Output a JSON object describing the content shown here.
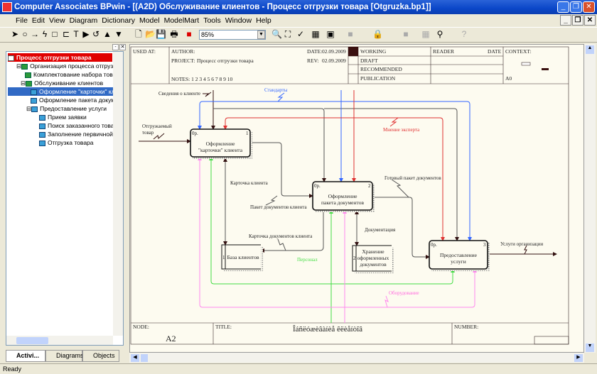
{
  "window": {
    "title": "Computer Associates BPwin - [(A2D) Обслуживание клиентов - Процесс отгрузки товара  [Otgruzka.bp1]]"
  },
  "menu": [
    "File",
    "Edit",
    "View",
    "Diagram",
    "Dictionary",
    "Model",
    "ModelMart",
    "Tools",
    "Window",
    "Help"
  ],
  "toolbar": {
    "zoom": "85%"
  },
  "tree": [
    {
      "label": "Процесс отгрузки товара",
      "level": 0,
      "root": true
    },
    {
      "label": "Организация процесса отгрузки тов",
      "level": 1
    },
    {
      "label": "Комплектование набора товаров",
      "level": 2
    },
    {
      "label": "Обслуживание клиентов",
      "level": 2
    },
    {
      "label": "Оформление \"карточки\" клие",
      "level": 3,
      "selected": true
    },
    {
      "label": "Оформление пакета документ",
      "level": 3
    },
    {
      "label": "Предоставление услуги",
      "level": 3
    },
    {
      "label": "Прием заявки",
      "level": 4
    },
    {
      "label": "Поиск заказанного товара",
      "level": 4
    },
    {
      "label": "Заполнение первичной док",
      "level": 4
    },
    {
      "label": "Отгрузка товара",
      "level": 4
    }
  ],
  "tabs": [
    "Activi...",
    "Diagrams",
    "Objects"
  ],
  "header": {
    "used_at": "USED AT:",
    "author": "AUTHOR:",
    "project_label": "PROJECT:",
    "project": "Процесс отгрузки товара",
    "date_label": "DATE:",
    "date": "02.09.2009",
    "rev_label": "REV:",
    "rev": "02.09.2009",
    "notes": "NOTES:  1  2  3  4  5  6  7  8  9  10",
    "working": "WORKING",
    "draft": "DRAFT",
    "recommended": "RECOMMENDED",
    "publication": "PUBLICATION",
    "reader": "READER",
    "reader_date": "DATE",
    "context": "CONTEXT:",
    "context_node": "A0"
  },
  "boxes": [
    {
      "line1": "Оформление",
      "line2": "\"карточки\" клиента",
      "num": "1",
      "cost": "0р."
    },
    {
      "line1": "Оформление",
      "line2": "пакета документов",
      "num": "2",
      "cost": "0р."
    },
    {
      "line1": "Предоставление",
      "line2": "услуги",
      "num": "3",
      "cost": "0р."
    }
  ],
  "stores": [
    {
      "num": "1",
      "lines": [
        "База клиентов"
      ]
    },
    {
      "num": "2",
      "lines": [
        "Хранение",
        "оформленных",
        "документов"
      ]
    }
  ],
  "arrows": {
    "input": [
      "Отгружаемый",
      "товар"
    ],
    "info": "Сведения о клиенте",
    "standards": "Стандарты",
    "expert": "Мнение эксперта",
    "card": "Карточка клиента",
    "package": "Пакет документов клиента",
    "card_docs": "Карточка документов клиента",
    "docs": "Документация",
    "ready": "Готовый пакет документов",
    "output": "Услуги организации",
    "staff": "Персонал",
    "equipment": "Оборудование"
  },
  "colors": {
    "standards": "#3366ff",
    "expert": "#e03030",
    "staff": "#44dd44",
    "equipment": "#ff88ee"
  },
  "footer": {
    "node_label": "NODE:",
    "node": "A2",
    "title_label": "TITLE:",
    "title": "Îáñëóæèâàíèå êëèåíòîâ",
    "number_label": "NUMBER:"
  },
  "status": "Ready"
}
